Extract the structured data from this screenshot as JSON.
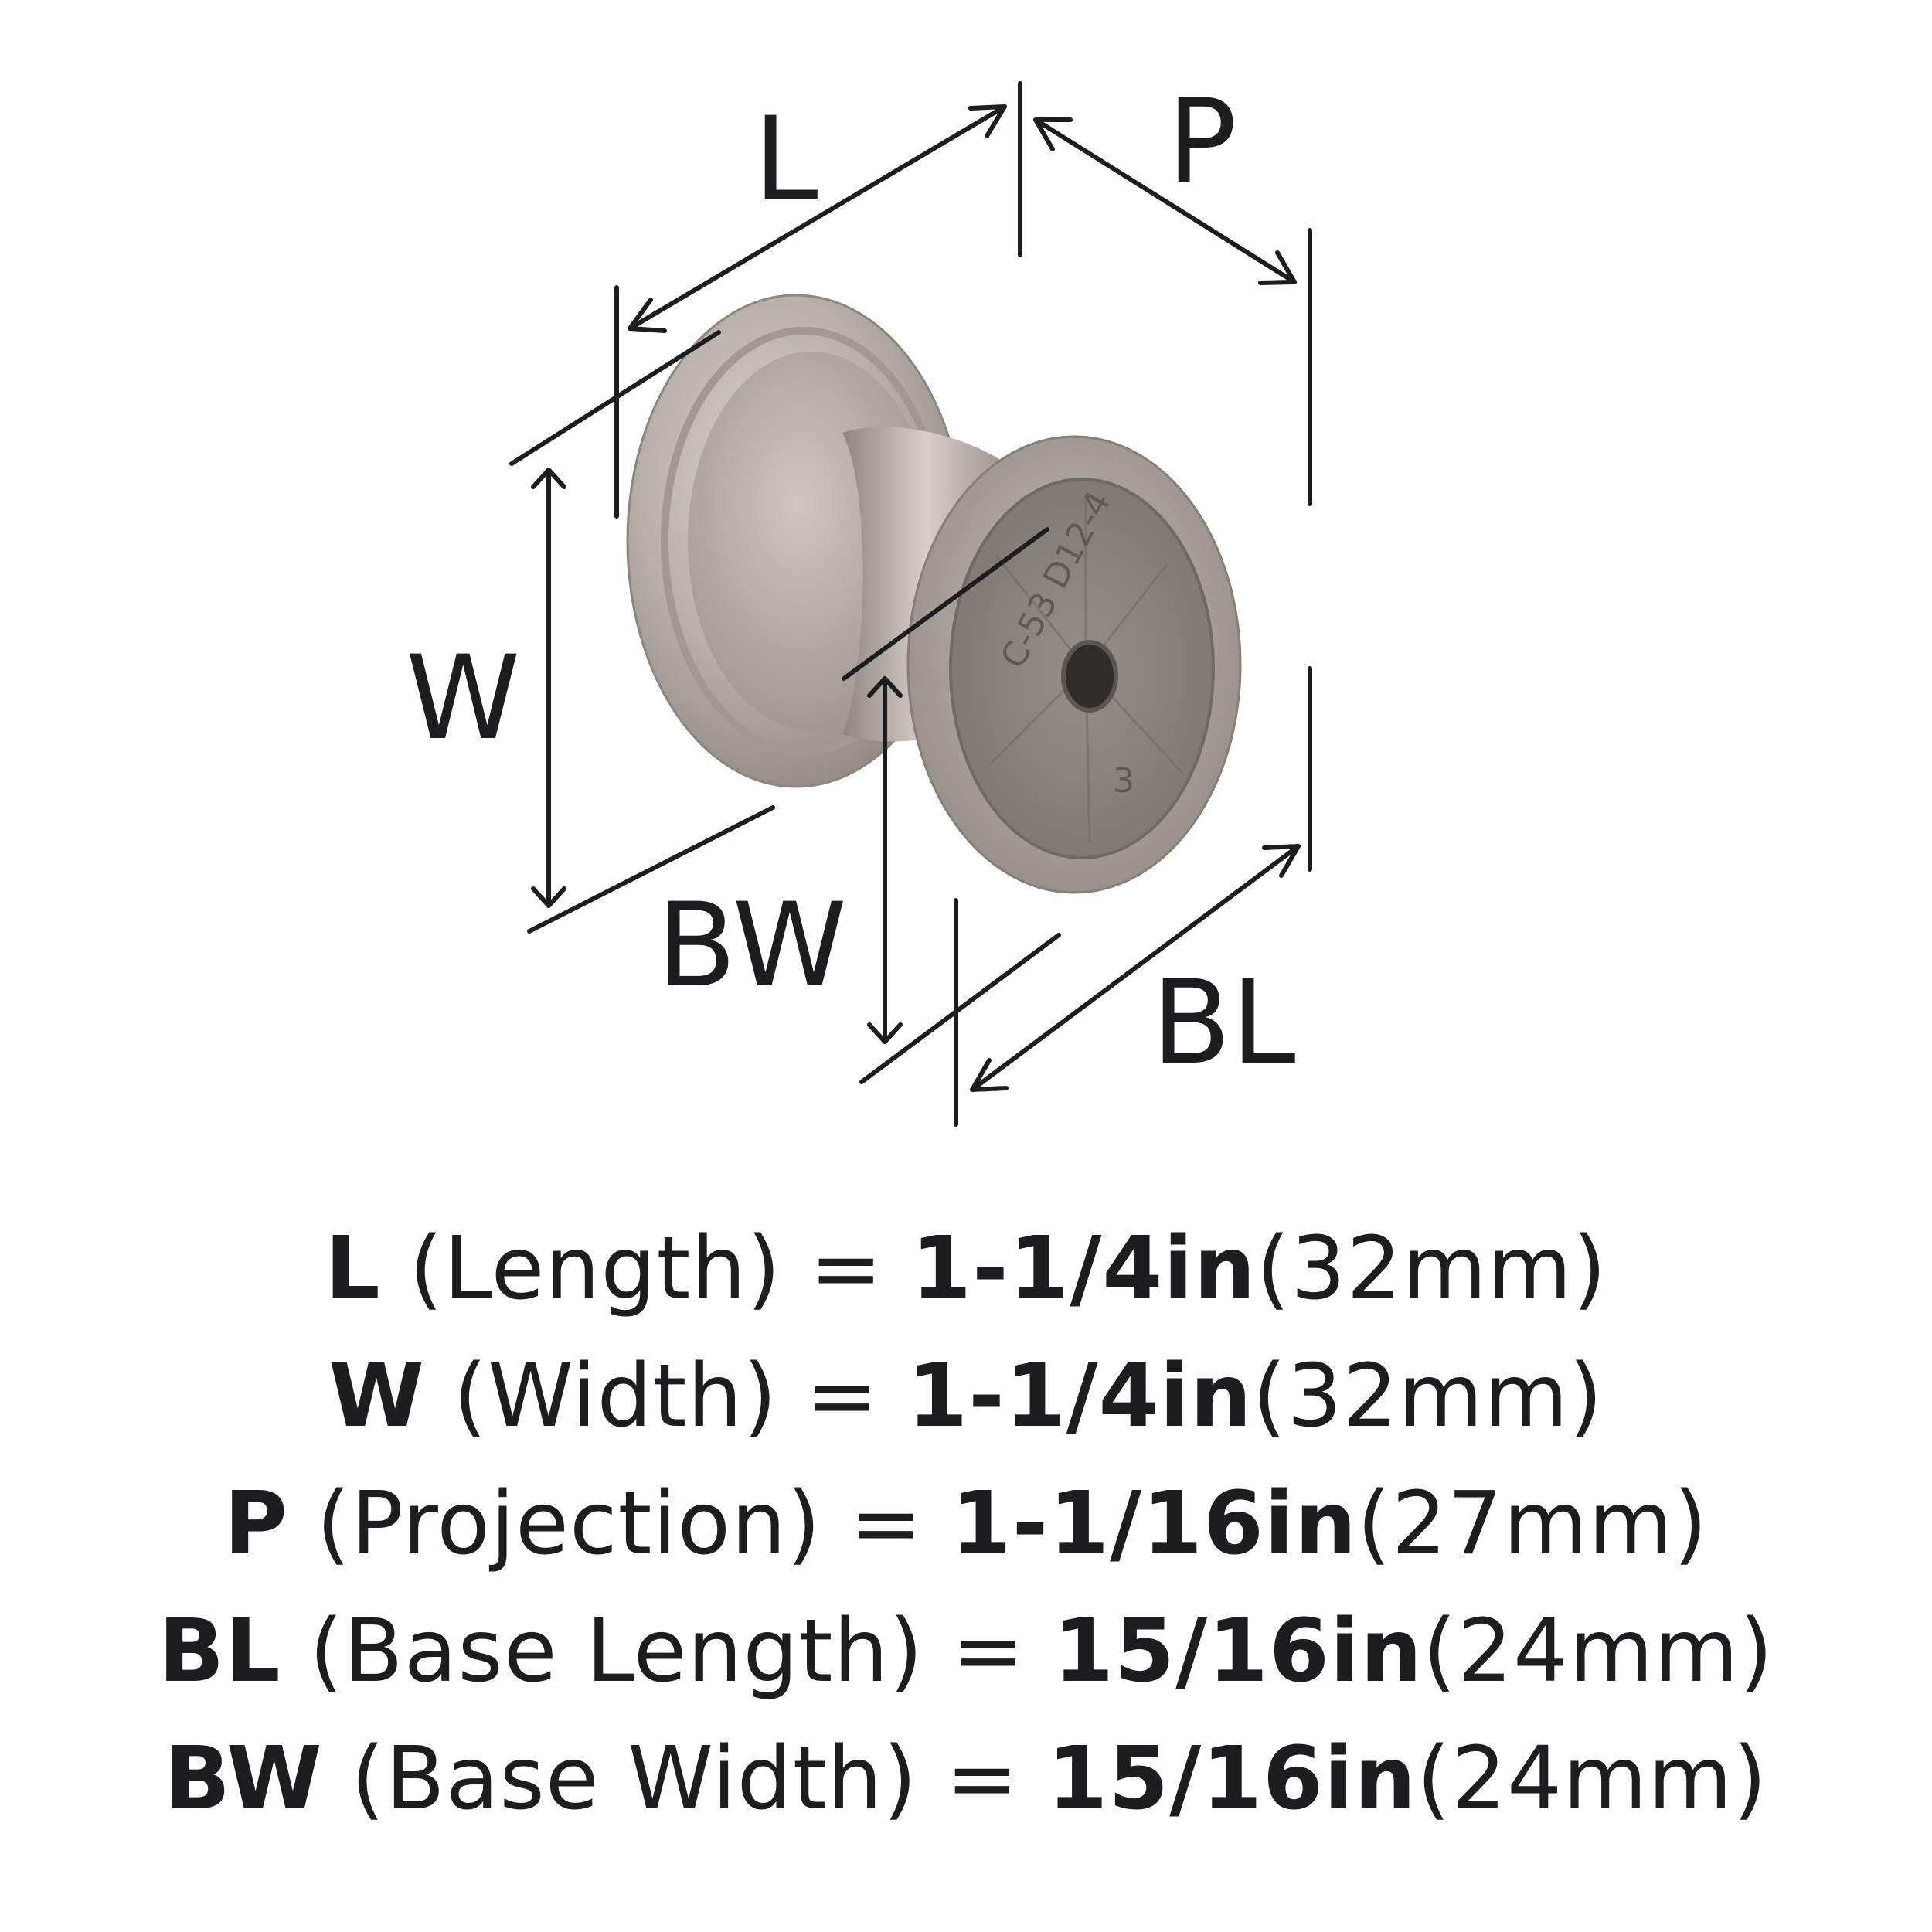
{
  "figure": {
    "labels": {
      "L": "L",
      "P": "P",
      "W": "W",
      "BW": "BW",
      "BL": "BL"
    },
    "base_stamp": "C-53 D12-4",
    "base_stamp_small": "3"
  },
  "specs": [
    {
      "abbr": "L",
      "desc": "(Length) =",
      "value": "1-1/4in",
      "metric": "(32mm)"
    },
    {
      "abbr": "W",
      "desc": "(Width) =",
      "value": "1-1/4in",
      "metric": "(32mm)"
    },
    {
      "abbr": "P",
      "desc": "(Projection) =",
      "value": "1-1/16in",
      "metric": "(27mm)"
    },
    {
      "abbr": "BL",
      "desc": "(Base Length) =",
      "value": "15/16in",
      "metric": "(24mm)"
    },
    {
      "abbr": "BW",
      "desc": "(Base Width) =",
      "value": "15/16in",
      "metric": "(24mm)"
    }
  ],
  "colors": {
    "line": "#1d1d1f",
    "metal_light": "#c9c3bb",
    "metal_mid": "#a8a29a",
    "metal_dark": "#7a746d",
    "base_gray": "#8e8983"
  }
}
